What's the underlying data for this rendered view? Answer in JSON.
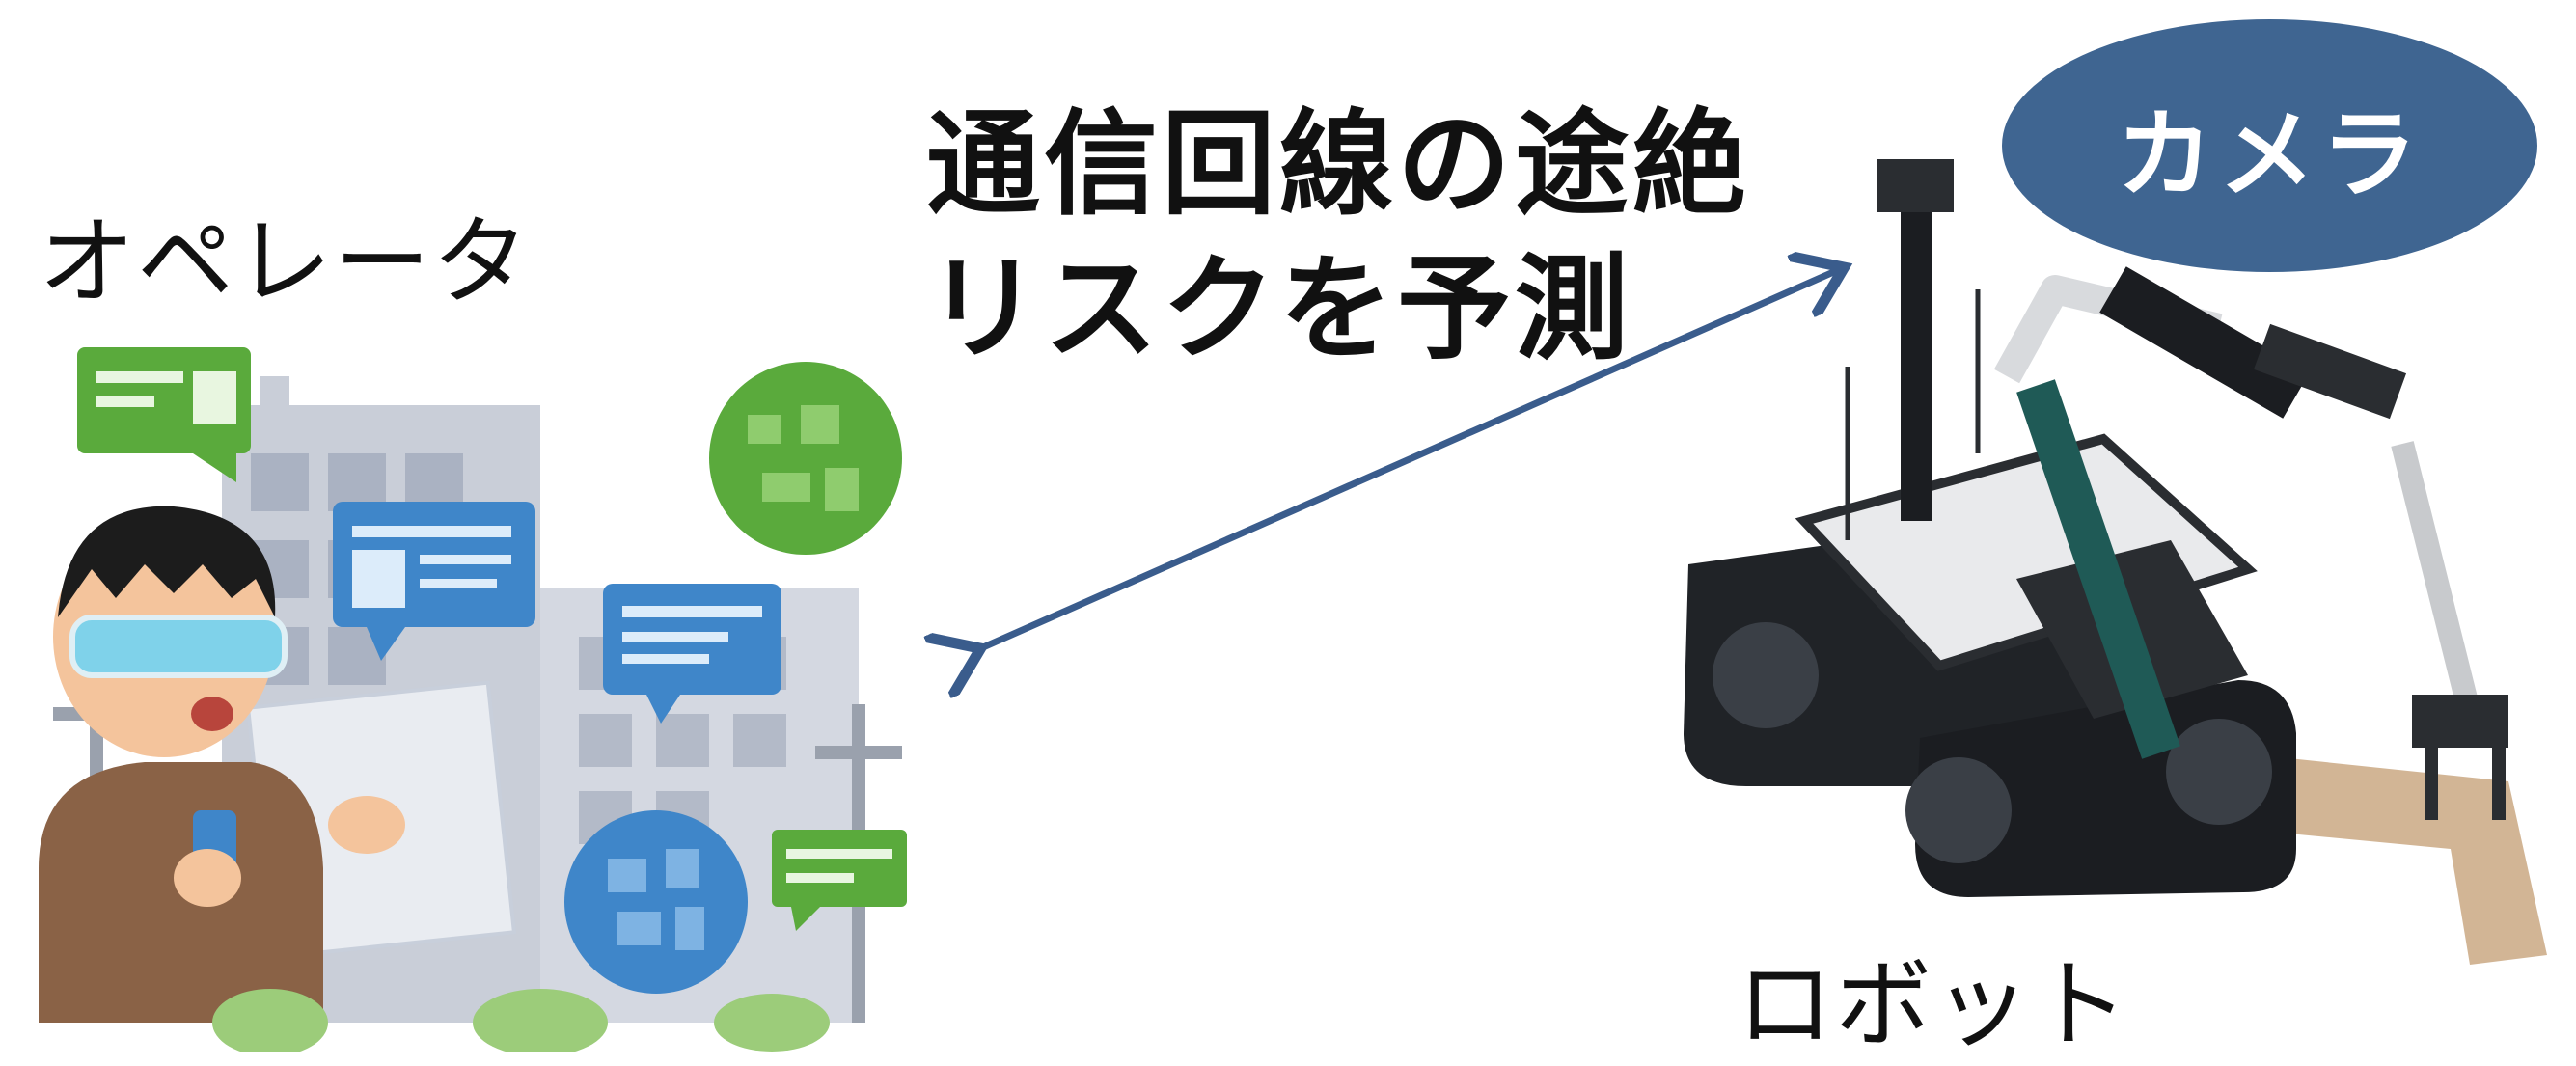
{
  "operator": {
    "label": "オペレータ"
  },
  "title": {
    "line1": "通信回線の途絶",
    "line2": "リスクを予測"
  },
  "camera": {
    "label": "カメラ"
  },
  "robot": {
    "label": "ロボット"
  },
  "colors": {
    "arrow": "#3a5c8c",
    "camera_badge": "#3f6591",
    "green_bubble": "#5aaa3c",
    "blue_bubble": "#3f86c9"
  }
}
